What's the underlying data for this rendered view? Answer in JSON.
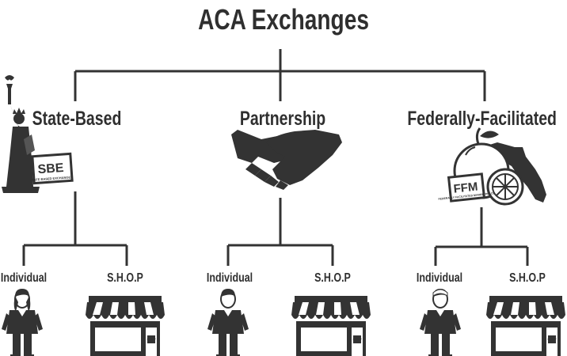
{
  "title": "ACA Exchanges",
  "categories": [
    {
      "label": "State-Based",
      "badge": "SBE",
      "badge_caption": "STATE BASED EXCHANGES",
      "icon": "statue-of-liberty-icon"
    },
    {
      "label": "Partnership",
      "icon": "handshake-icon"
    },
    {
      "label": "Federally-Facilitated",
      "badge": "FFM",
      "badge_caption": "FEDERALLY FACILITATED MARKETPLACE",
      "icon": "orange-florida-icon"
    }
  ],
  "leaves": {
    "individual": "Individual",
    "shop": "S.H.O.P",
    "store_sign": "SHOP"
  },
  "colors": {
    "line": "#333333",
    "text": "#2f2f2f"
  }
}
